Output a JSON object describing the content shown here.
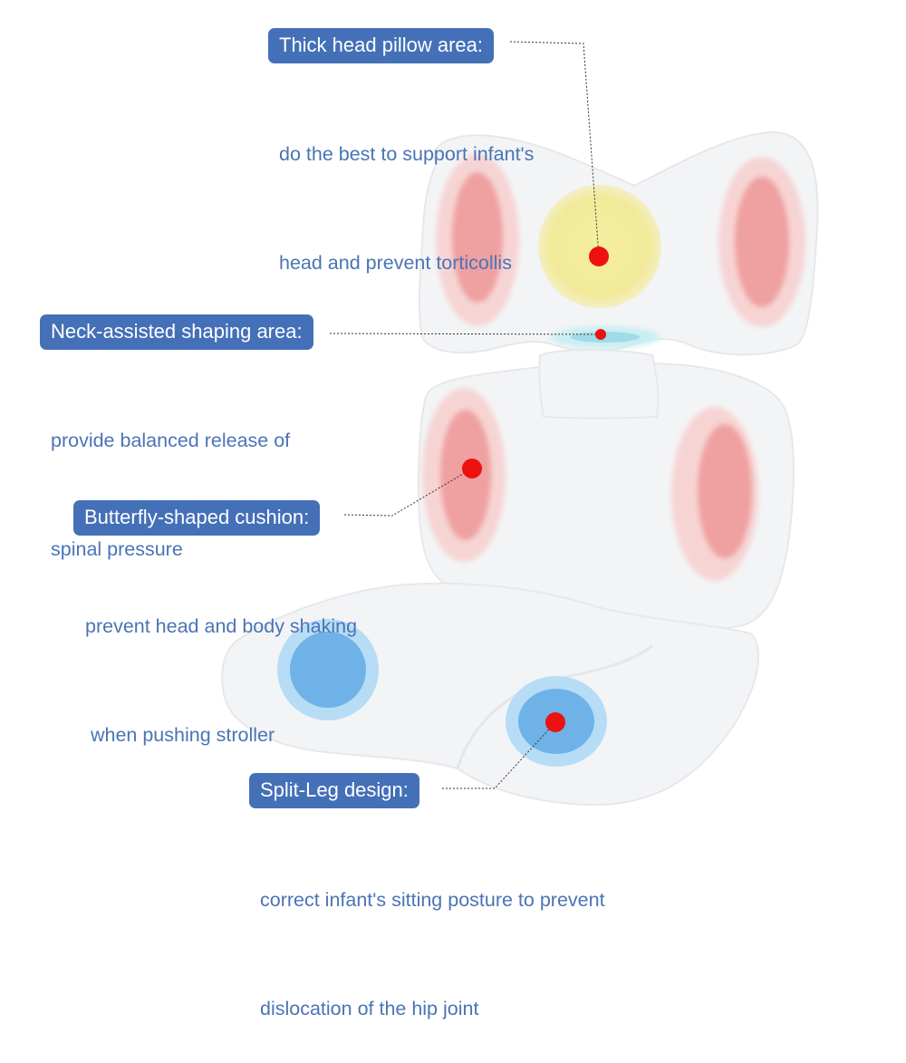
{
  "callouts": [
    {
      "title": "Thick head pillow area:",
      "lines": [
        "do the best to support infant's",
        "head and prevent torticollis"
      ]
    },
    {
      "title": "Neck-assisted shaping area:",
      "lines": [
        "provide balanced release of",
        "spinal pressure"
      ]
    },
    {
      "title": "Butterfly-shaped cushion:",
      "lines": [
        "prevent head and body shaking",
        " when pushing stroller"
      ]
    },
    {
      "title": "Split-Leg design:",
      "lines": [
        "correct infant's sitting posture to prevent",
        "dislocation of the hip joint"
      ]
    }
  ],
  "colors": {
    "label_bg": "#4470b8",
    "label_text": "#ffffff",
    "desc_text": "#4a74b6",
    "marker": "#ee1111",
    "cushion": "#f3f4f6",
    "pink_zone": "#efa0a0",
    "yellow_zone": "#f2ec9c",
    "blue_zone": "#6fb2e8",
    "neck_zone": "#9fdbe8"
  }
}
